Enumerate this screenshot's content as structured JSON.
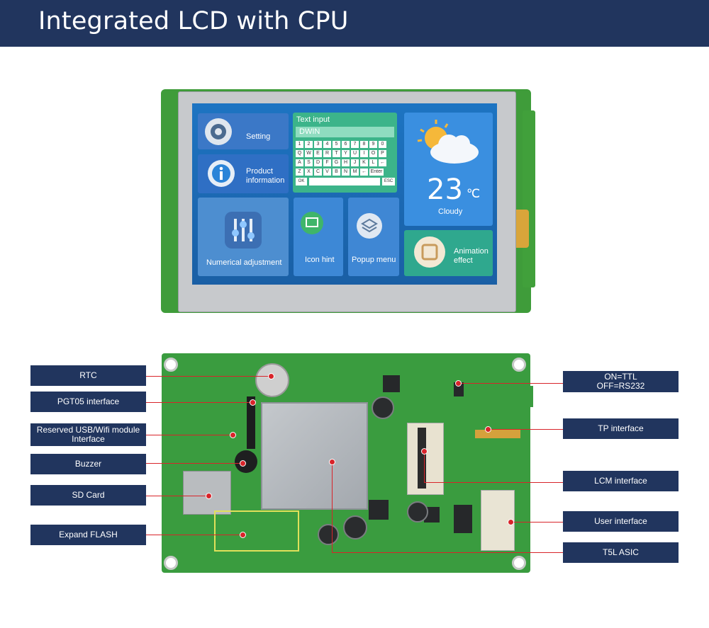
{
  "header": {
    "title": "Integrated LCD with CPU"
  },
  "lcd_ui": {
    "setting": "Setting",
    "product_information": "Product\ninformation",
    "text_input_title": "Text input",
    "text_input_value": "DWIN",
    "keys_row1": [
      "1",
      "2",
      "3",
      "4",
      "5",
      "6",
      "7",
      "8",
      "9",
      "0"
    ],
    "keys_row2": [
      "Q",
      "W",
      "E",
      "R",
      "T",
      "Y",
      "U",
      "I",
      "O",
      "P"
    ],
    "keys_row3": [
      "A",
      "S",
      "D",
      "F",
      "G",
      "H",
      "J",
      "K",
      "L",
      "←"
    ],
    "keys_row4": [
      "Z",
      "X",
      "C",
      "V",
      "B",
      "N",
      "M",
      "←",
      "Enter"
    ],
    "key_ok": "OK",
    "key_esc": "ESC",
    "temperature": "23",
    "temperature_unit": "℃",
    "weather": "Cloudy",
    "numerical_adjustment": "Numerical adjustment",
    "icon_hint": "Icon hint",
    "popup_menu": "Popup menu",
    "animation_effect": "Animation\neffect"
  },
  "callouts_left": {
    "rtc": "RTC",
    "pgt05": "PGT05 interface",
    "usb_wifi": "Reserved USB/Wifi module\nInterface",
    "buzzer": "Buzzer",
    "sd_card": "SD Card",
    "expand_flash": "Expand FLASH"
  },
  "callouts_right": {
    "ttl_rs232": "ON=TTL\nOFF=RS232",
    "tp_interface": "TP interface",
    "lcm_interface": "LCM interface",
    "user_interface": "User interface",
    "t5l_asic": "T5L ASIC"
  },
  "colors": {
    "header_bg": "#21355e",
    "callout_bg": "#21355e",
    "leader_line": "#d8242a",
    "pcb": "#3a9c3f"
  }
}
